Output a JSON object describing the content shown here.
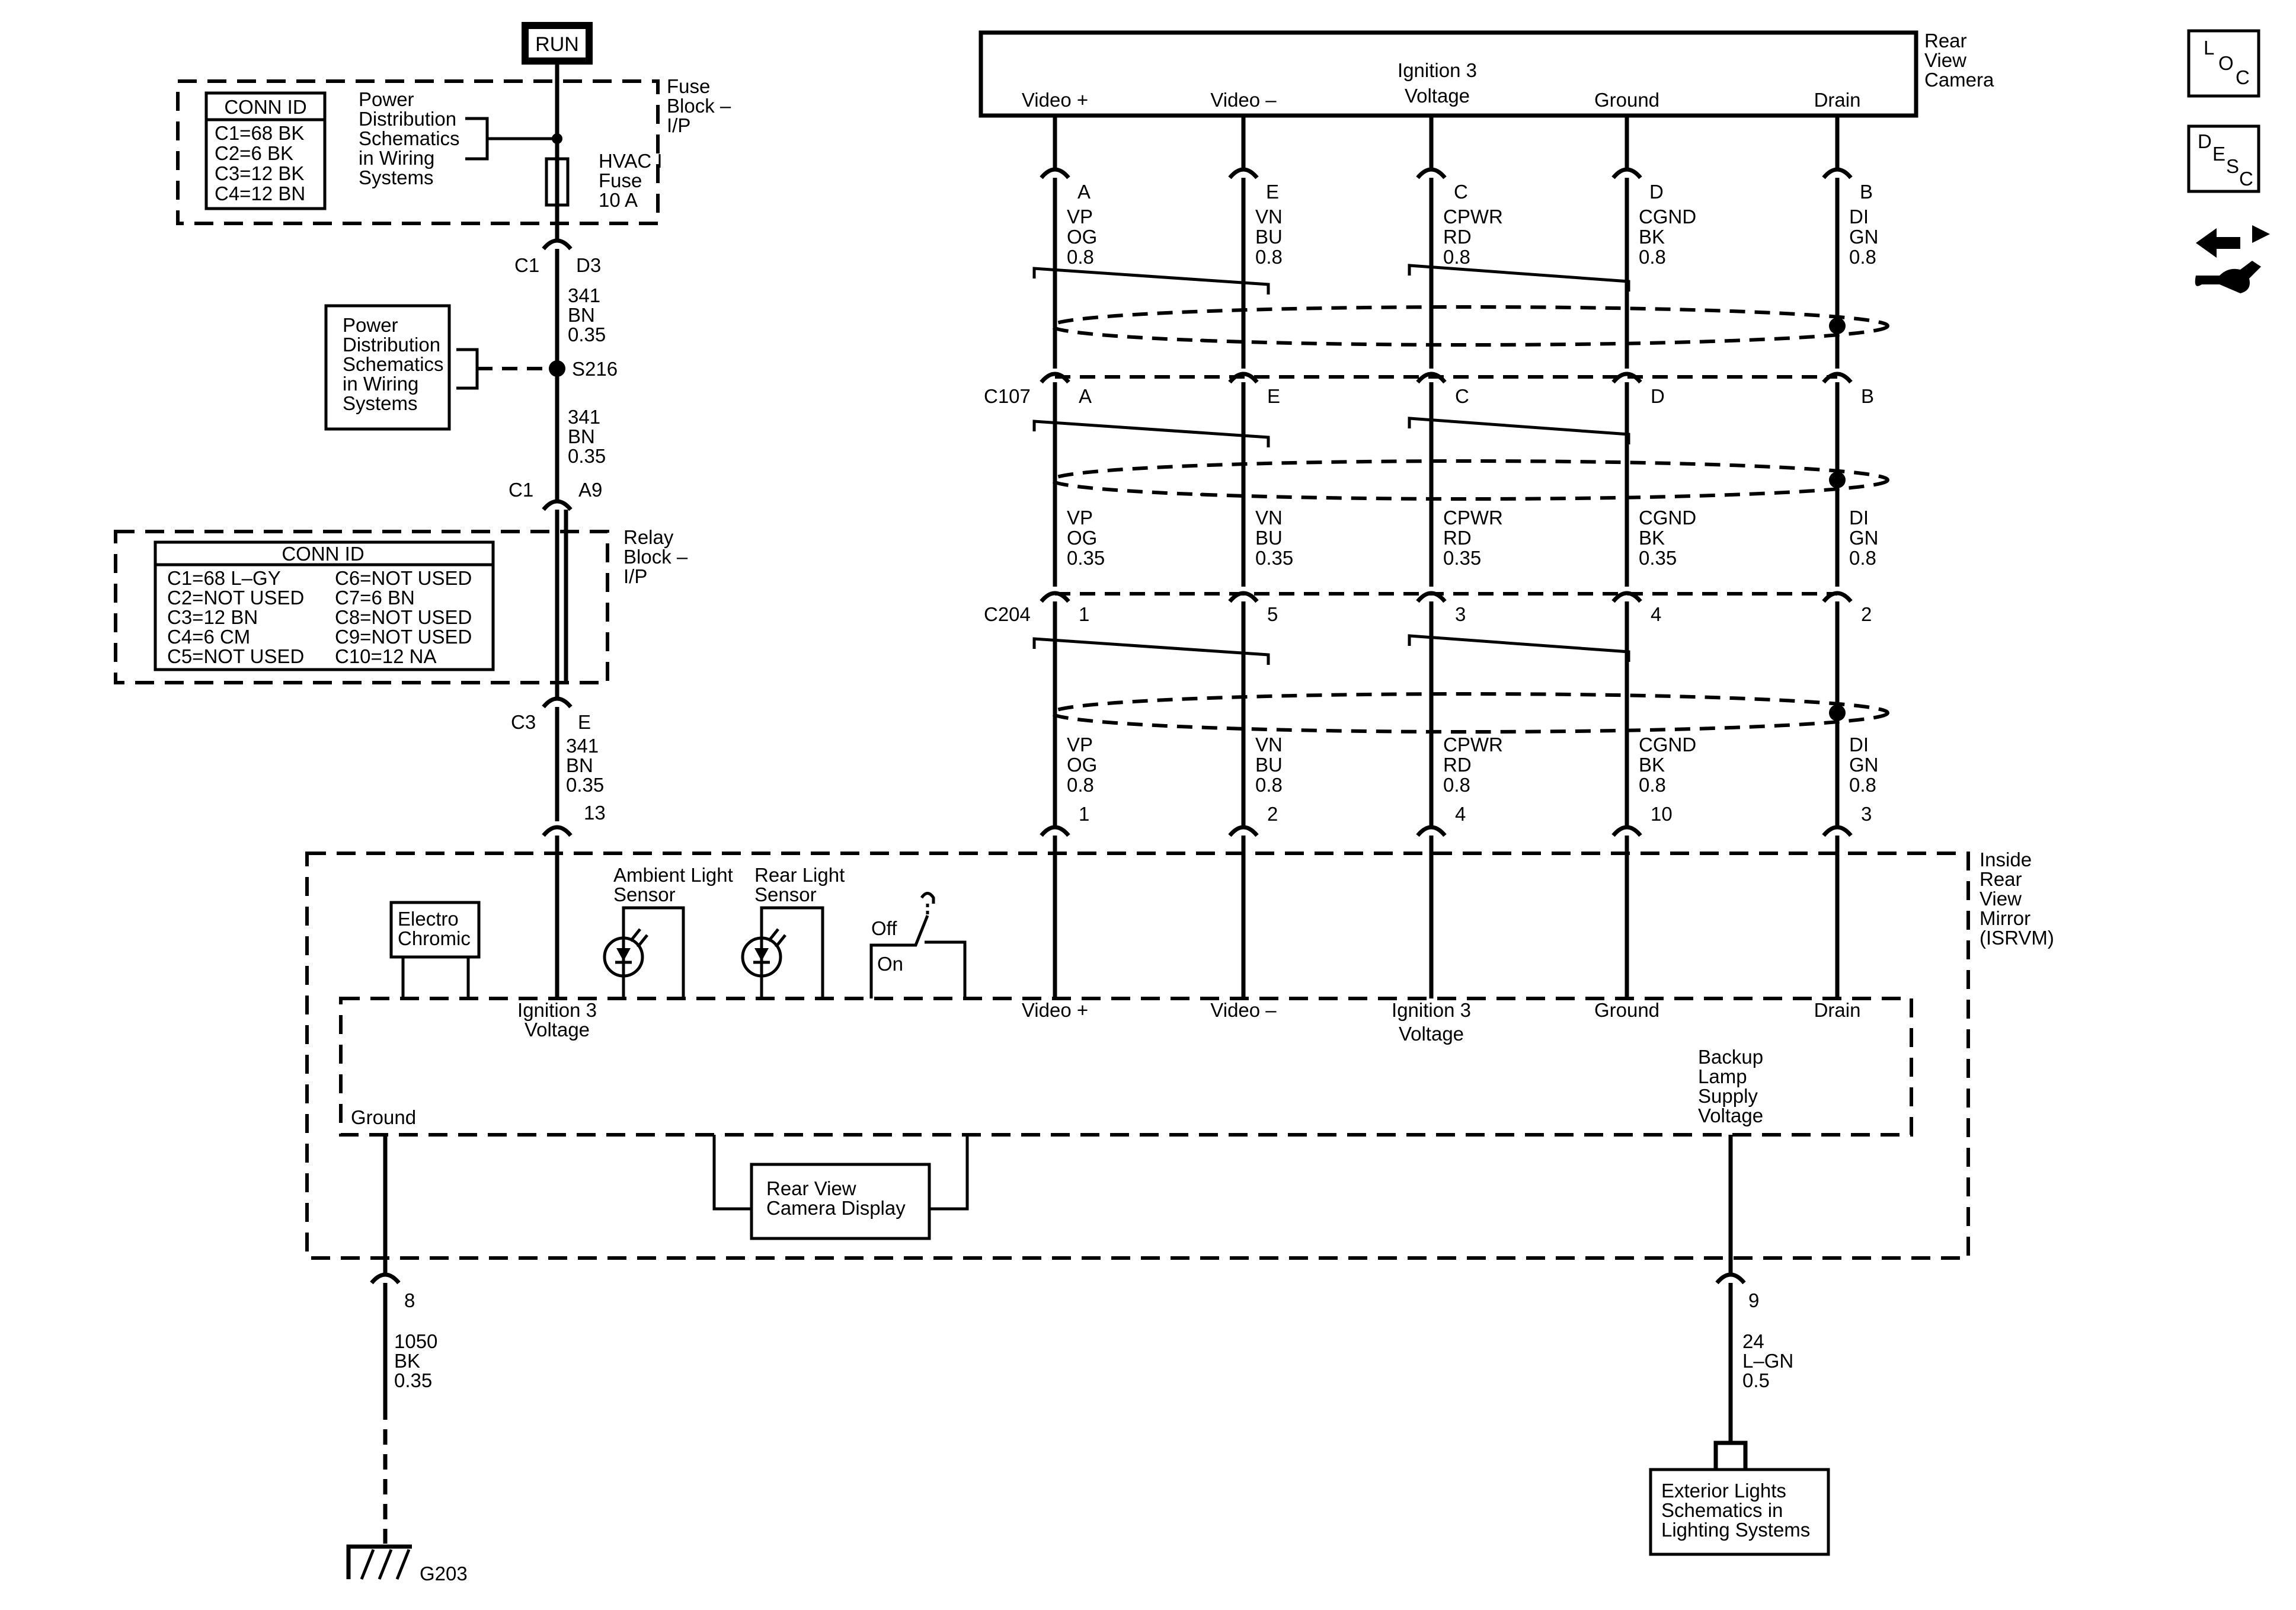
{
  "run_label": "RUN",
  "fuse_conn": {
    "title": "CONN ID",
    "lines": [
      "C1=68 BK",
      "C2=6 BK",
      "C3=12 BK",
      "C4=12 BN"
    ]
  },
  "fuse_pds": [
    "Power",
    "Distribution",
    "Schematics",
    "in Wiring",
    "Systems"
  ],
  "fuse_block": [
    "Fuse",
    "Block –",
    "I/P"
  ],
  "fuse": [
    "HVAC I",
    "Fuse",
    "10 A"
  ],
  "c1_d3": {
    "conn": "C1",
    "pin": "D3"
  },
  "wire1": [
    "341",
    "BN",
    "0.35"
  ],
  "pds2": [
    "Power",
    "Distribution",
    "Schematics",
    "in Wiring",
    "Systems"
  ],
  "splice": "S216",
  "wire2": [
    "341",
    "BN",
    "0.35"
  ],
  "c1_a9": {
    "conn": "C1",
    "pin": "A9"
  },
  "relay_block": [
    "Relay",
    "Block –",
    "I/P"
  ],
  "relay_conn": {
    "title": "CONN ID",
    "left": [
      "C1=68 L–GY",
      "C2=NOT USED",
      "C3=12 BN",
      "C4=6 CM",
      "C5=NOT USED"
    ],
    "right": [
      "C6=NOT USED",
      "C7=6 BN",
      "C8=NOT USED",
      "C9=NOT USED",
      "C10=12 NA"
    ]
  },
  "c3_e": {
    "conn": "C3",
    "pin": "E"
  },
  "wire3": [
    "341",
    "BN",
    "0.35"
  ],
  "pin13": "13",
  "camera": {
    "name": [
      "Rear",
      "View",
      "Camera"
    ],
    "ign": [
      "Ignition 3",
      "Voltage"
    ]
  },
  "columns": [
    {
      "top": "Video +",
      "cam_pin": "A",
      "w1": [
        "VP",
        "OG",
        "0.8"
      ],
      "c107": "A",
      "w2": [
        "VP",
        "OG",
        "0.35"
      ],
      "c204": "1",
      "w3": [
        "VP",
        "OG",
        "0.8"
      ],
      "mir_pin": "1",
      "bottom": [
        "Video +"
      ]
    },
    {
      "top": "Video –",
      "cam_pin": "E",
      "w1": [
        "VN",
        "BU",
        "0.8"
      ],
      "c107": "E",
      "w2": [
        "VN",
        "BU",
        "0.35"
      ],
      "c204": "5",
      "w3": [
        "VN",
        "BU",
        "0.8"
      ],
      "mir_pin": "2",
      "bottom": [
        "Video –"
      ]
    },
    {
      "top": "",
      "cam_pin": "C",
      "w1": [
        "CPWR",
        "RD",
        "0.8"
      ],
      "c107": "C",
      "w2": [
        "CPWR",
        "RD",
        "0.35"
      ],
      "c204": "3",
      "w3": [
        "CPWR",
        "RD",
        "0.8"
      ],
      "mir_pin": "4",
      "bottom": [
        "Ignition 3",
        "Voltage"
      ]
    },
    {
      "top": "Ground",
      "cam_pin": "D",
      "w1": [
        "CGND",
        "BK",
        "0.8"
      ],
      "c107": "D",
      "w2": [
        "CGND",
        "BK",
        "0.35"
      ],
      "c204": "4",
      "w3": [
        "CGND",
        "BK",
        "0.8"
      ],
      "mir_pin": "10",
      "bottom": [
        "Ground"
      ]
    },
    {
      "top": "Drain",
      "cam_pin": "B",
      "w1": [
        "DI",
        "GN",
        "0.8"
      ],
      "c107": "B",
      "w2": [
        "DI",
        "GN",
        "0.8"
      ],
      "c204": "2",
      "w3": [
        "DI",
        "GN",
        "0.8"
      ],
      "mir_pin": "3",
      "bottom": [
        "Drain"
      ]
    }
  ],
  "c107": "C107",
  "c204": "C204",
  "mirror": {
    "name": [
      "Inside",
      "Rear",
      "View",
      "Mirror",
      "(ISRVM)"
    ],
    "electro": [
      "Electro",
      "Chromic"
    ],
    "ambient": [
      "Ambient Light",
      "Sensor"
    ],
    "rear_sensor": [
      "Rear Light",
      "Sensor"
    ],
    "off": "Off",
    "on": "On",
    "ign": [
      "Ignition 3",
      "Voltage"
    ],
    "ground": "Ground",
    "backup": [
      "Backup",
      "Lamp",
      "Supply",
      "Voltage"
    ],
    "display": [
      "Rear View",
      "Camera Display"
    ]
  },
  "pin8": "8",
  "wire_gnd": [
    "1050",
    "BK",
    "0.35"
  ],
  "g203": "G203",
  "pin9": "9",
  "wire_backup": [
    "24",
    "L–GN",
    "0.5"
  ],
  "ext_lights": [
    "Exterior Lights",
    "Schematics in",
    "Lighting Systems"
  ],
  "icons": {
    "loc": [
      "L",
      "O",
      "C"
    ],
    "desc": [
      "D",
      "E",
      "S",
      "C"
    ]
  }
}
